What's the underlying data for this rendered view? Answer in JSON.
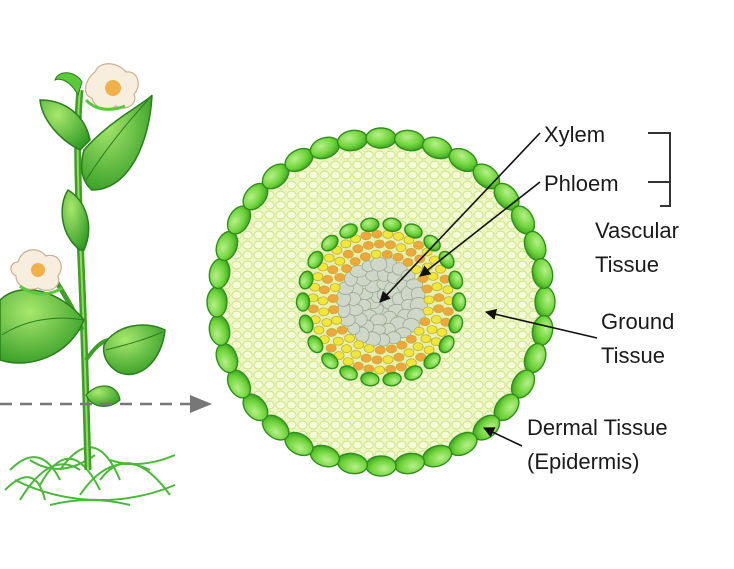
{
  "diagram": {
    "labels": {
      "xylem": "Xylem",
      "phloem": "Phloem",
      "vascular_line1": "Vascular",
      "vascular_line2": "Tissue",
      "ground_line1": "Ground",
      "ground_line2": "Tissue",
      "dermal_line1": "Dermal Tissue",
      "dermal_line2": "(Epidermis)"
    },
    "colors": {
      "epidermis_fill": "#6fd43a",
      "epidermis_stroke": "#2f8f1a",
      "ground_fill": "#eef7c4",
      "ground_cell": "#c9e07e",
      "xylem_cell": "#cfd8c8",
      "phloem_yellow": "#f0e63c",
      "phloem_orange": "#f0a63c",
      "plant_leaf": "#4fbf3a",
      "flower": "#f7eedd"
    },
    "icons": [
      "plant-illustration",
      "stem-cross-section",
      "section-arrow"
    ]
  }
}
